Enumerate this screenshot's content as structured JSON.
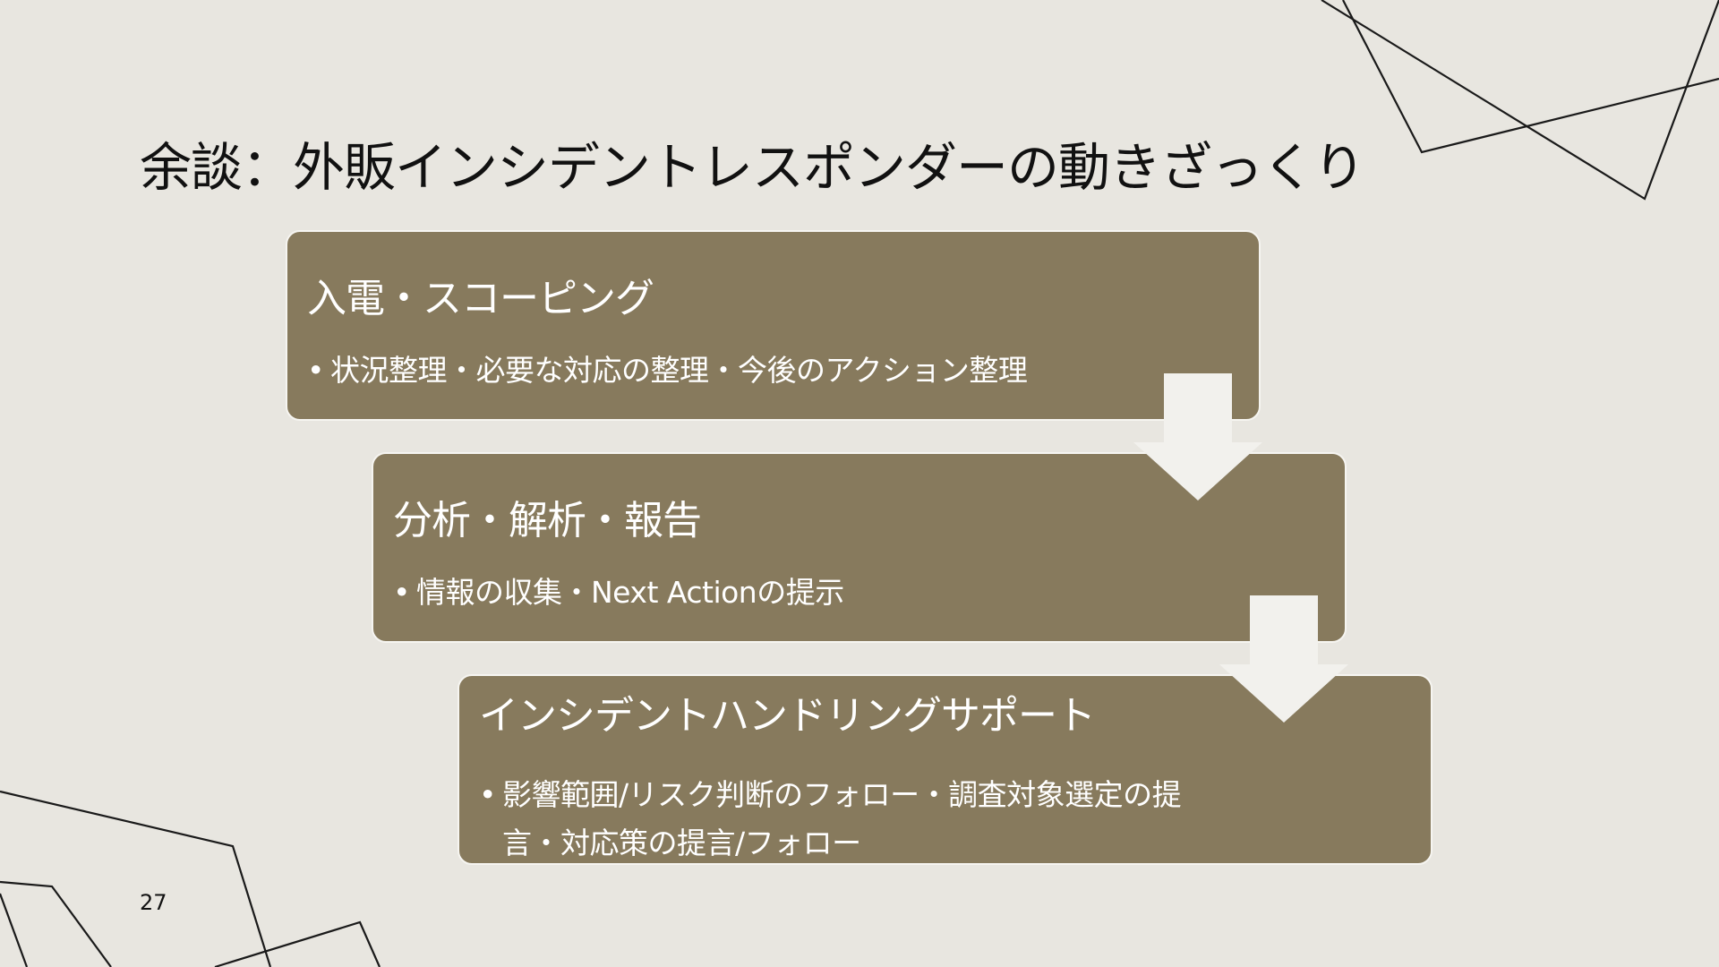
{
  "slide": {
    "title": "余談：外販インシデントレスポンダーの動きざっくり",
    "page_number": "27"
  },
  "steps": [
    {
      "title": "入電・スコーピング",
      "bullet": "状況整理・必要な対応の整理・今後のアクション整理"
    },
    {
      "title": "分析・解析・報告",
      "bullet": "情報の収集・Next Actionの提示"
    },
    {
      "title": "インシデントハンドリングサポート",
      "bullet_lines": [
        "影響範囲/リスク判断のフォロー・調査対象選定の提",
        "言・対応策の提言/フォロー"
      ]
    }
  ],
  "bullet_symbol": "•",
  "colors": {
    "background": "#e8e6e0",
    "box_fill": "#877a5d",
    "box_border": "#f6f5f1",
    "arrow_fill": "#f2f1ed",
    "text_dark": "#111111",
    "text_light": "#ffffff"
  }
}
